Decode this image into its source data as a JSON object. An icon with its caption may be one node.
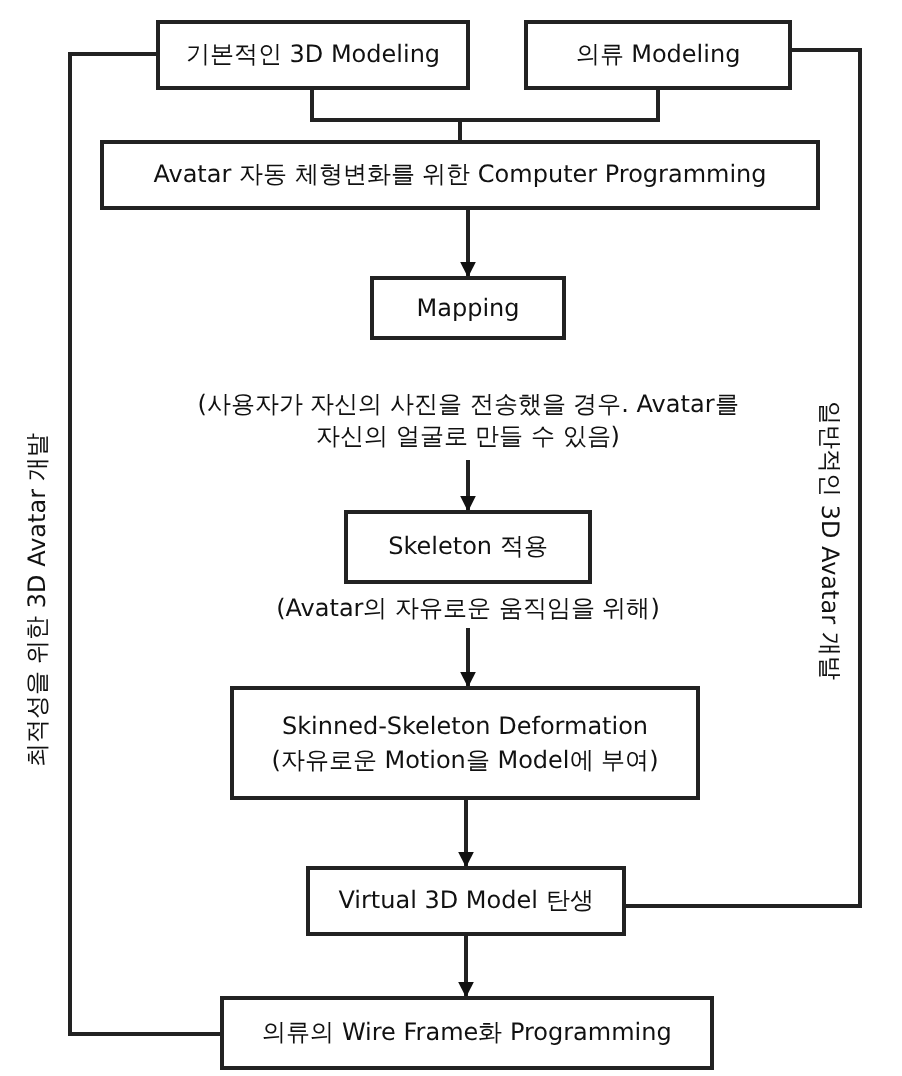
{
  "diagram": {
    "nodes": [
      {
        "text": [
          "기본적인 3D Modeling"
        ]
      },
      {
        "text": [
          "의류 Modeling"
        ]
      },
      {
        "text": [
          "Avatar 자동 체형변화를 위한 Computer Programming"
        ]
      },
      {
        "text": [
          "Mapping"
        ]
      },
      {
        "text": [
          "(사용자가 자신의 사진을 전송했을 경우. Avatar를 자신의 얼굴로 만들 수 있음)"
        ]
      },
      {
        "text": [
          "Skeleton 적용"
        ]
      },
      {
        "text": [
          "(Avatar의 자유로운 움직임을 위해)"
        ]
      },
      {
        "text": [
          "Skinned-Skeleton Deformation",
          "(자유로운 Motion을 Model에 부여)"
        ]
      },
      {
        "text": [
          "Virtual 3D Model 탄생"
        ]
      },
      {
        "text": [
          "의류의 Wire Frame화 Programming"
        ]
      }
    ],
    "edges": [
      {
        "from": 0,
        "to": 2,
        "arrow": "none"
      },
      {
        "from": 1,
        "to": 2,
        "arrow": "none"
      },
      {
        "from": 2,
        "to": 3,
        "arrow": "to"
      },
      {
        "from": 4,
        "to": 5,
        "arrow": "to"
      },
      {
        "from": 6,
        "to": 7,
        "arrow": "to"
      },
      {
        "from": 7,
        "to": 8,
        "arrow": "to"
      },
      {
        "from": 8,
        "to": 9,
        "arrow": "to"
      },
      {
        "from": 0,
        "to": 9,
        "arrow": "none",
        "label": "최적성을 위한 3D Avatar 개발"
      },
      {
        "from": 1,
        "to": 8,
        "arrow": "none",
        "label": "일반적인 3D Avatar 개발"
      }
    ]
  }
}
